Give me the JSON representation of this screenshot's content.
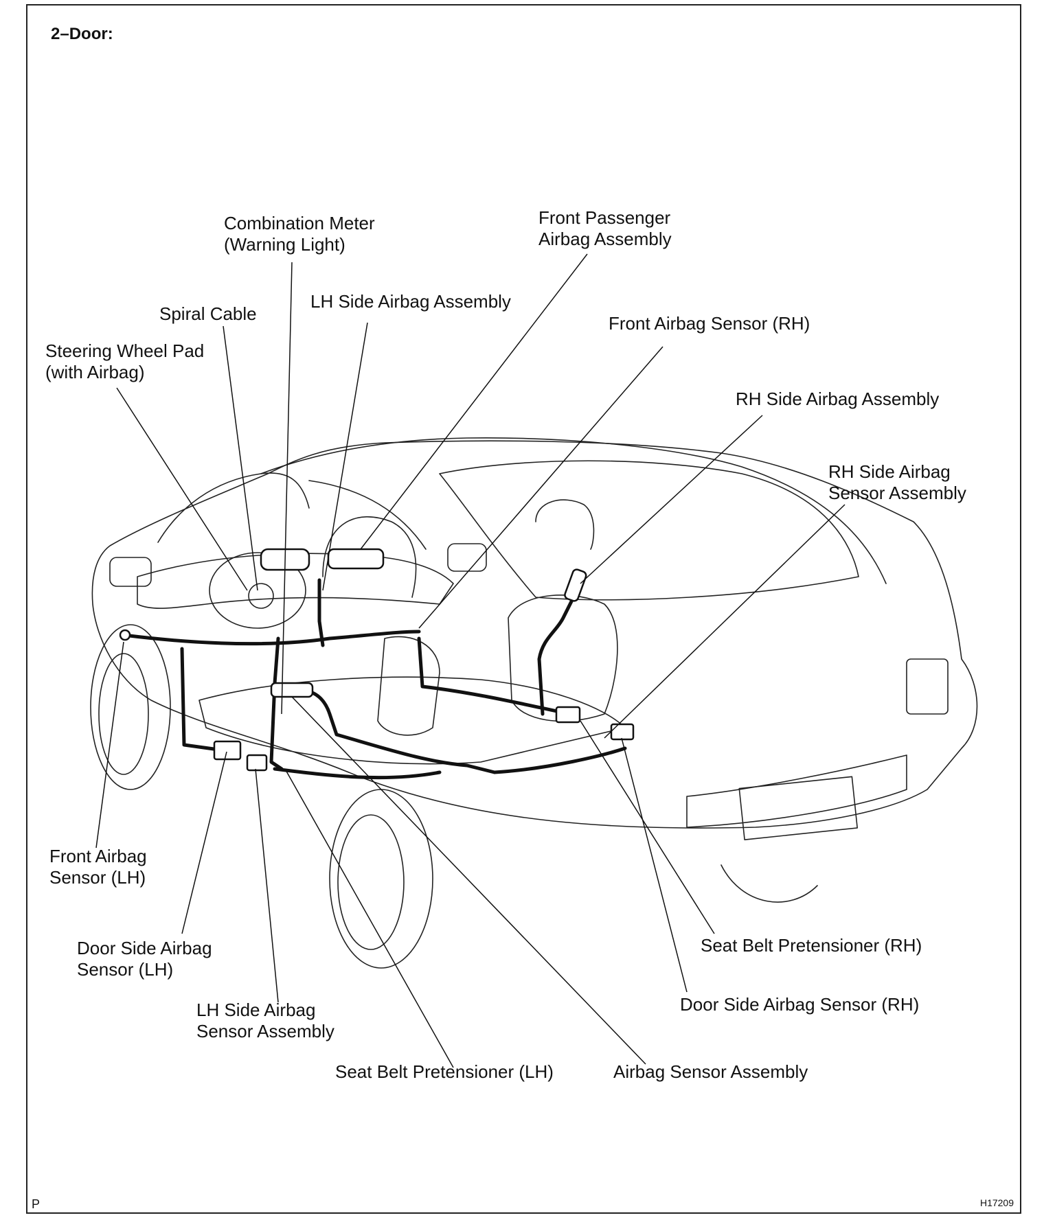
{
  "header": {
    "title": "2–Door:"
  },
  "labels": {
    "combination_meter": [
      "Combination Meter",
      "(Warning Light)"
    ],
    "front_passenger_airbag": [
      "Front Passenger",
      "Airbag Assembly"
    ],
    "spiral_cable": "Spiral Cable",
    "lh_side_airbag_assembly": "LH Side Airbag Assembly",
    "front_airbag_sensor_rh": "Front Airbag Sensor (RH)",
    "steering_wheel_pad": [
      "Steering Wheel Pad",
      "(with Airbag)"
    ],
    "rh_side_airbag_assembly": "RH Side Airbag Assembly",
    "rh_side_airbag_sensor": [
      "RH Side Airbag",
      "Sensor Assembly"
    ],
    "front_airbag_sensor_lh": [
      "Front Airbag",
      "Sensor (LH)"
    ],
    "door_side_airbag_sensor_lh": [
      "Door Side Airbag",
      "Sensor (LH)"
    ],
    "lh_side_airbag_sensor": [
      "LH Side Airbag",
      "Sensor Assembly"
    ],
    "seat_belt_pretensioner_lh": "Seat Belt Pretensioner (LH)",
    "airbag_sensor_assembly": "Airbag Sensor Assembly",
    "seat_belt_pretensioner_rh": "Seat Belt Pretensioner (RH)",
    "door_side_airbag_sensor_rh": "Door Side Airbag Sensor (RH)"
  },
  "footer": {
    "corner_mark": "P",
    "figure_code": "H17209"
  }
}
